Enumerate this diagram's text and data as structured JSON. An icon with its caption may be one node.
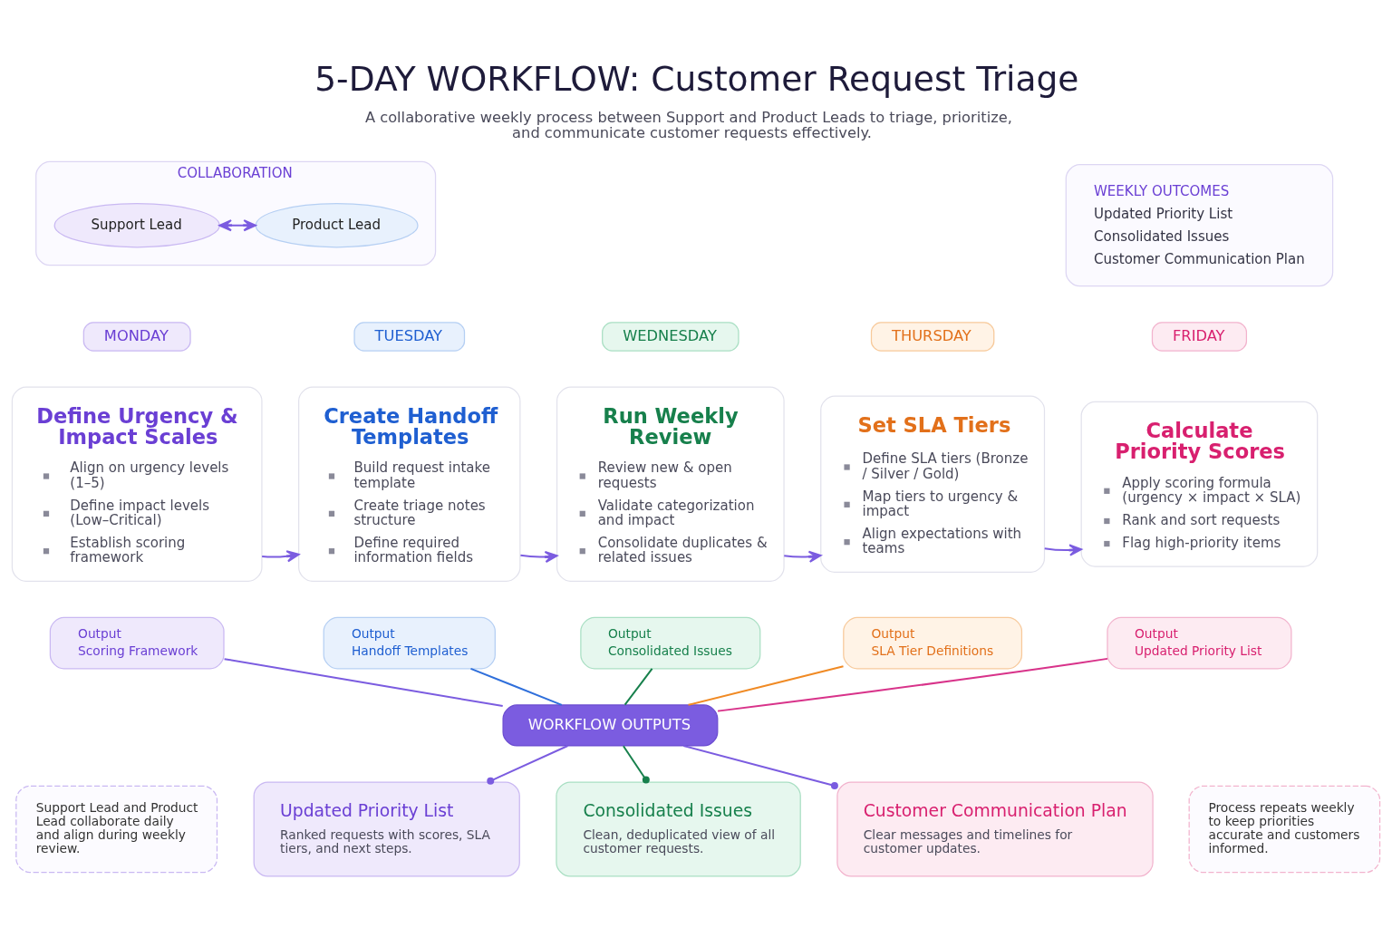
{
  "diagram": {
    "title": "5-DAY WORKFLOW: Customer Request Triage",
    "caption": "A collaborative weekly process between Support and Product Leads to triage, prioritize, and communicate customer requests effectively.",
    "nodes": [
      {
        "text": [
          "COLLABORATION"
        ]
      },
      {
        "text": [
          "Support Lead"
        ],
        "in": 0
      },
      {
        "text": [
          "Product Lead"
        ],
        "in": 0
      },
      {
        "text": [
          "WEEKLY OUTCOMES",
          "Updated Priority List",
          "Consolidated Issues",
          "Customer Communication Plan"
        ]
      },
      {
        "text": [
          "MONDAY"
        ]
      },
      {
        "text": [
          "TUESDAY"
        ]
      },
      {
        "text": [
          "WEDNESDAY"
        ]
      },
      {
        "text": [
          "THURSDAY"
        ]
      },
      {
        "text": [
          "FRIDAY"
        ]
      },
      {
        "text": [
          "Define Urgency & Impact Scales",
          "Align on urgency levels (1–5)",
          "Define impact levels (Low–Critical)",
          "Establish scoring framework"
        ]
      },
      {
        "text": [
          "Create Handoff Templates",
          "Build request intake template",
          "Create triage notes structure",
          "Define required information fields"
        ]
      },
      {
        "text": [
          "Run Weekly Review",
          "Review new & open requests",
          "Validate categorization and impact",
          "Consolidate duplicates & related issues"
        ]
      },
      {
        "text": [
          "Set SLA Tiers",
          "Define SLA tiers (Bronze / Silver / Gold)",
          "Map tiers to urgency & impact",
          "Align expectations with teams"
        ]
      },
      {
        "text": [
          "Calculate Priority Scores",
          "Apply scoring formula (urgency × impact × SLA)",
          "Rank and sort requests",
          "Flag high-priority items"
        ]
      },
      {
        "text": [
          "Output",
          "Scoring Framework"
        ]
      },
      {
        "text": [
          "Output",
          "Handoff Templates"
        ]
      },
      {
        "text": [
          "Output",
          "Consolidated Issues"
        ]
      },
      {
        "text": [
          "Output",
          "SLA Tier Definitions"
        ]
      },
      {
        "text": [
          "Output",
          "Updated Priority List"
        ]
      },
      {
        "text": [
          "WORKFLOW OUTPUTS"
        ]
      },
      {
        "text": [
          "Support Lead and Product Lead collaborate daily and align during weekly review."
        ]
      },
      {
        "text": [
          "Updated Priority List",
          "Ranked requests with scores, SLA tiers, and next steps."
        ]
      },
      {
        "text": [
          "Consolidated Issues",
          "Clean, deduplicated view of all customer requests."
        ]
      },
      {
        "text": [
          "Customer Communication Plan",
          "Clear messages and timelines for customer updates."
        ]
      },
      {
        "text": [
          "Process repeats weekly to keep priorities accurate and customers informed."
        ]
      }
    ],
    "edges": [
      {
        "from": 1,
        "to": 2,
        "arrow": "both"
      },
      {
        "from": 9,
        "to": 10,
        "arrow": "to"
      },
      {
        "from": 10,
        "to": 11,
        "arrow": "to"
      },
      {
        "from": 11,
        "to": 12,
        "arrow": "to"
      },
      {
        "from": 12,
        "to": 13,
        "arrow": "to"
      },
      {
        "from": 14,
        "to": 19,
        "arrow": "none"
      },
      {
        "from": 15,
        "to": 19,
        "arrow": "none",
        "color": "#2f6fdb"
      },
      {
        "from": 16,
        "to": 19,
        "arrow": "none",
        "color": "#17804c"
      },
      {
        "from": 17,
        "to": 19,
        "arrow": "none",
        "color": "#f08a24"
      },
      {
        "from": 18,
        "to": 19,
        "arrow": "none",
        "color": "#d8338a"
      },
      {
        "from": 19,
        "to": 21,
        "arrow": "other"
      },
      {
        "from": 19,
        "to": 22,
        "arrow": "other",
        "color": "#17804c"
      },
      {
        "from": 19,
        "to": 23,
        "arrow": "other"
      }
    ]
  }
}
